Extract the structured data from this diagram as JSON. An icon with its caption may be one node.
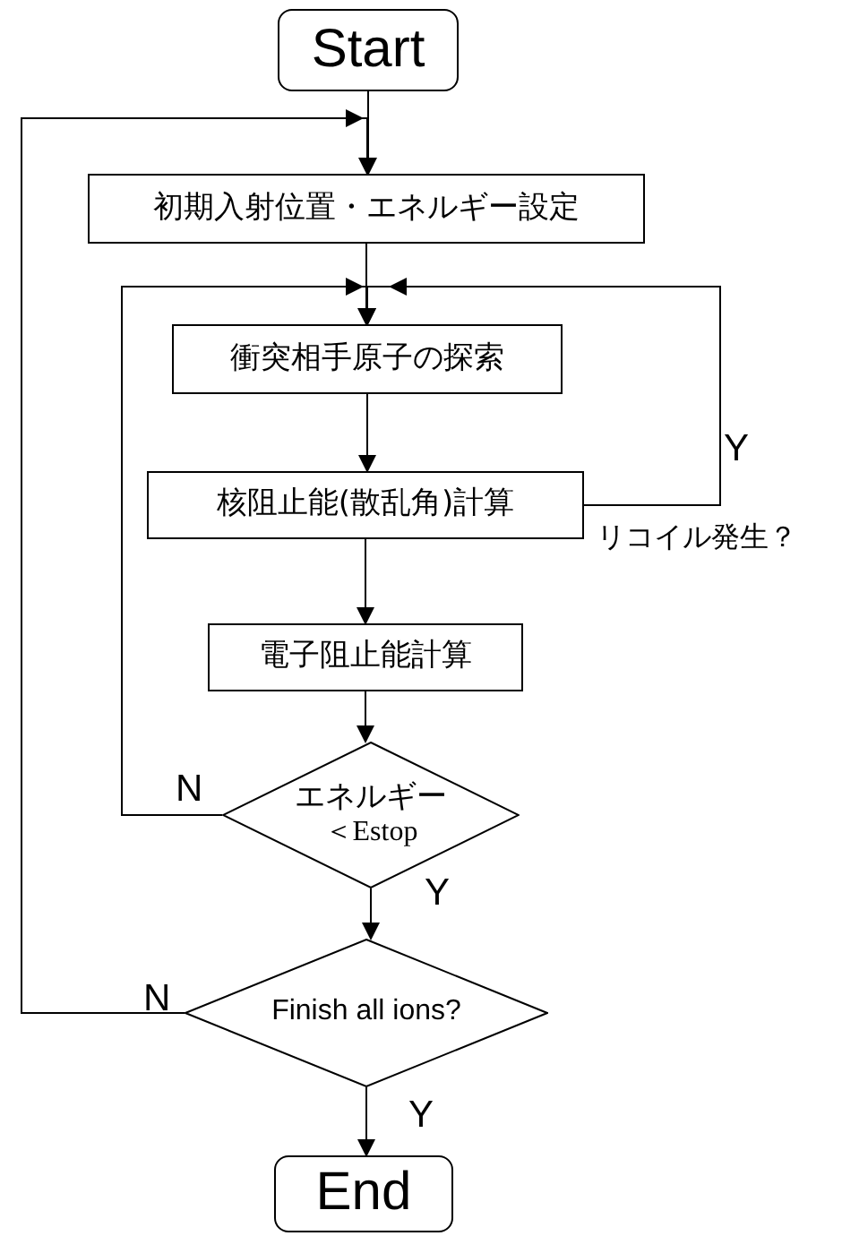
{
  "diagram": {
    "nodes": [
      {
        "text": [
          "Start"
        ]
      },
      {
        "text": [
          "初期入射位置・エネルギー設定"
        ]
      },
      {
        "text": [
          "衝突相手原子の探索"
        ]
      },
      {
        "text": [
          "核阻止能(散乱角)計算"
        ],
        "beside": [
          "リコイル発生？"
        ]
      },
      {
        "text": [
          "電子阻止能計算"
        ]
      },
      {
        "text": [
          "エネルギー",
          "＜Estop"
        ]
      },
      {
        "text": [
          "Finish all ions?"
        ]
      },
      {
        "text": [
          "End"
        ]
      }
    ],
    "edges": [
      {
        "from": 0,
        "to": 1,
        "arrow": "to"
      },
      {
        "from": 1,
        "to": 2,
        "arrow": "to"
      },
      {
        "from": 2,
        "to": 3,
        "arrow": "to"
      },
      {
        "from": 3,
        "to": 2,
        "arrow": "to",
        "label": "Y"
      },
      {
        "from": 3,
        "to": 4,
        "arrow": "to"
      },
      {
        "from": 4,
        "to": 5,
        "arrow": "to"
      },
      {
        "from": 5,
        "to": 2,
        "arrow": "to",
        "label": "N"
      },
      {
        "from": 5,
        "to": 6,
        "arrow": "to",
        "label": "Y"
      },
      {
        "from": 6,
        "to": 1,
        "arrow": "to",
        "label": "N"
      },
      {
        "from": 6,
        "to": 7,
        "arrow": "to",
        "label": "Y"
      }
    ]
  }
}
